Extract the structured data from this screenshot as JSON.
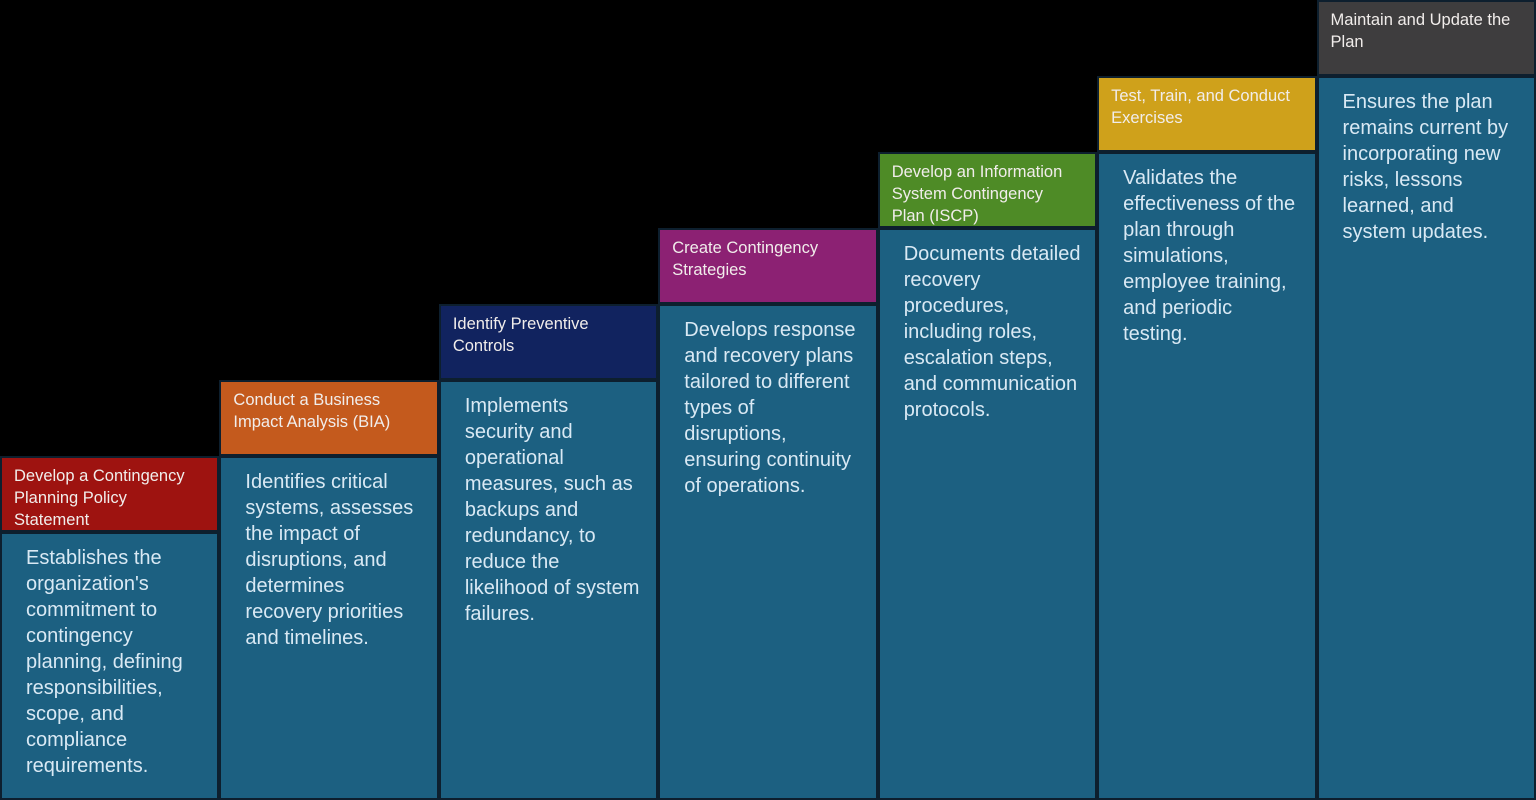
{
  "diagram": {
    "type": "staircase-process",
    "background_color": "#000000",
    "body_color": "#1C6081",
    "border_color": "#0D1F2E",
    "header_text_color": "#F1EDEB",
    "body_text_color": "#D9E9F4"
  },
  "steps": [
    {
      "title": "Develop a Contingency Planning Policy Statement",
      "description": "Establishes the organization's commitment to contingency planning, defining responsibilities, scope, and compliance requirements.",
      "header_color": "#9E1310"
    },
    {
      "title": "Conduct a Business Impact Analysis (BIA)",
      "description": "Identifies critical systems, assesses the impact of disruptions, and determines recovery priorities and timelines.",
      "header_color": "#C45A1D"
    },
    {
      "title": "Identify Preventive Controls",
      "description": "Implements security and operational measures, such as backups and redundancy, to reduce the likelihood of system failures.",
      "header_color": "#11235F"
    },
    {
      "title": "Create Contingency Strategies",
      "description": "Develops response and recovery plans tailored to different types of disruptions, ensuring continuity of operations.",
      "header_color": "#8C2173"
    },
    {
      "title": "Develop an Information System Contingency Plan (ISCP)",
      "description": "Documents detailed recovery procedures, including roles, escalation steps, and communication protocols.",
      "header_color": "#4E8B26"
    },
    {
      "title": "Test, Train, and Conduct Exercises",
      "description": "Validates the effectiveness of the plan through simulations, employee training, and periodic testing.",
      "header_color": "#CFA11B"
    },
    {
      "title": "Maintain and Update the Plan",
      "description": "Ensures the plan remains current by incorporating new risks, lessons learned, and system updates.",
      "header_color": "#3E3D3E"
    }
  ]
}
